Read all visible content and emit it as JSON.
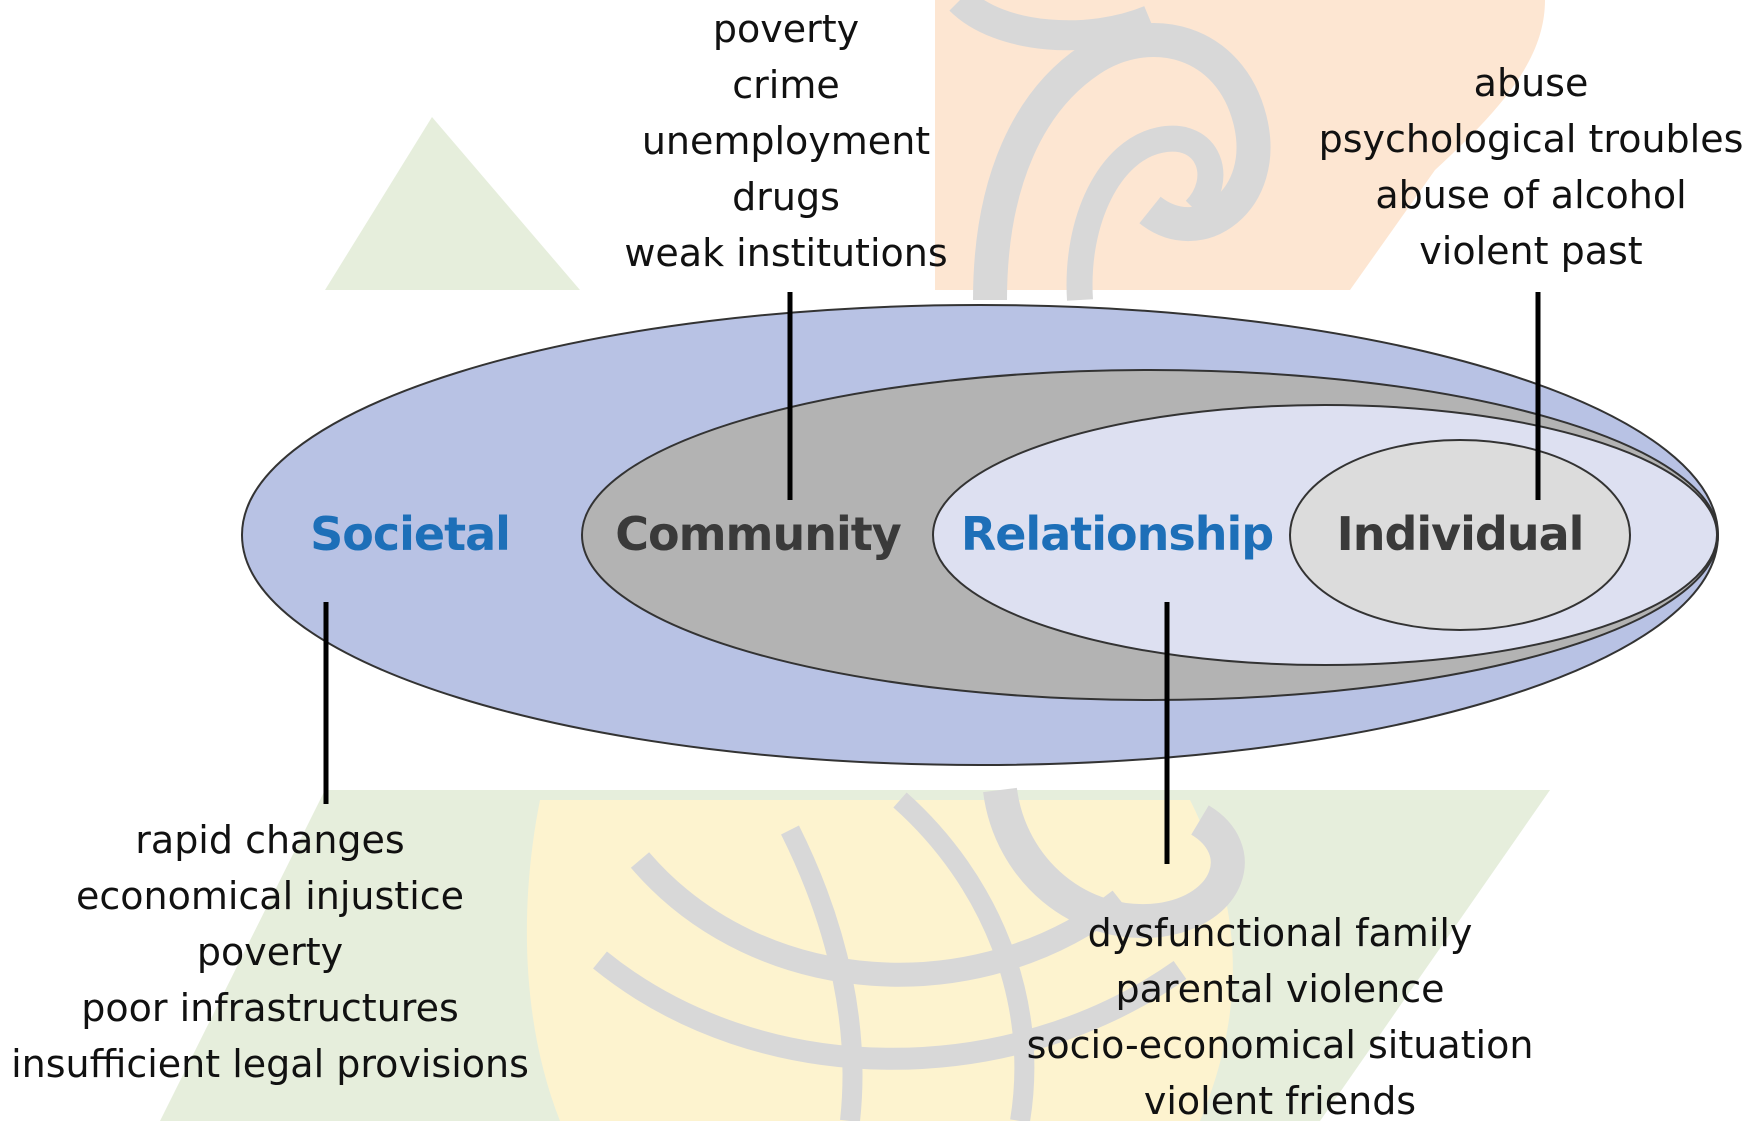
{
  "levels": {
    "societal": {
      "label": "Societal",
      "color": "#1d6fb8",
      "fill": "#b8c2e4"
    },
    "community": {
      "label": "Community",
      "color": "#3a3a3a",
      "fill": "#b3b3b3"
    },
    "relationship": {
      "label": "Relationship",
      "color": "#1d6fb8",
      "fill": "#dde0f1"
    },
    "individual": {
      "label": "Individual",
      "color": "#3a3a3a",
      "fill": "#dcdcdc"
    }
  },
  "factors": {
    "community": [
      "poverty",
      "crime",
      "unemployment",
      "drugs",
      "weak institutions"
    ],
    "individual": [
      "abuse",
      "psychological troubles",
      "abuse of alcohol",
      "violent past"
    ],
    "societal": [
      "rapid changes",
      "economical injustice",
      "poverty",
      "poor infrastructures",
      "insufficient legal provisions"
    ],
    "relationship": [
      "dysfunctional family",
      "parental violence",
      "socio-economical situation",
      "violent friends"
    ]
  },
  "colors": {
    "connector": "#000000",
    "ellipse_stroke": "#333333",
    "watermark_green": "#e6eedc",
    "watermark_orange": "#fde6d2",
    "watermark_yellow": "#fdf3cf",
    "watermark_gray": "#d8d8d8"
  }
}
